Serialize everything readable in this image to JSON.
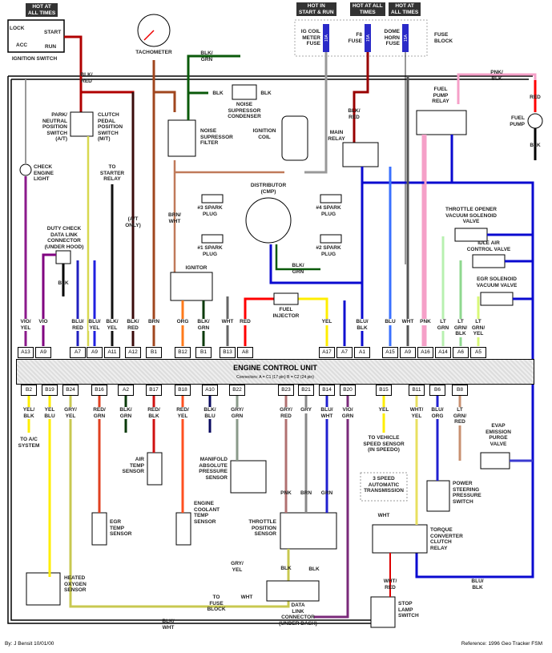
{
  "hot": {
    "ignition": "HOT AT\nALL TIMES",
    "start_run": "HOT IN\nSTART & RUN",
    "fuse_f8": "HOT AT ALL\nTIMES",
    "fuse_dome": "HOT AT\nALL TIMES"
  },
  "ignition_switch": {
    "label": "IGNITION SWITCH",
    "lock": "LOCK",
    "start": "START",
    "acc": "ACC",
    "run": "RUN"
  },
  "fuses": {
    "ig_coil": {
      "label": "IG COIL\nMETER\nFUSE",
      "rating": "10A"
    },
    "f8": {
      "label": "F8\nFUSE",
      "rating": "15A"
    },
    "dome": {
      "label": "DOME\nHORN\nFUSE",
      "rating": "15A"
    },
    "block": "FUSE\nBLOCK"
  },
  "components": {
    "tachometer": "TACHOMETER",
    "noise_condenser": "NOISE\nSUPRESSOR\nCONDENSER",
    "noise_filter": "NOISE\nSUPRESSOR\nFILTER",
    "ignition_coil": "IGNITION\nCOIL",
    "park_neutral": "PARK/\nNEUTRAL\nPOSITION\nSWITCH\n(A/T)",
    "clutch_pedal": "CLUTCH\nPEDAL\nPOSITION\nSWITCH\n(M/T)",
    "to_starter": "TO\nSTARTER\nRELAY",
    "check_engine": "CHECK\nENGINE\nLIGHT",
    "main_relay": "MAIN\nRELAY",
    "fuel_pump_relay": "FUEL\nPUMP\nRELAY",
    "fuel_pump": "FUEL\nPUMP",
    "distributor": "DISTRIBUTOR\n(CMP)",
    "plug3": "#3 SPARK\nPLUG",
    "plug4": "#4 SPARK\nPLUG",
    "plug1": "#1 SPARK\nPLUG",
    "plug2": "#2 SPARK\nPLUG",
    "duty_check": "DUTY CHECK\nDATA LINK\nCONNECTOR\n(UNDER HOOD)",
    "at_only": "(A/T\nONLY)",
    "ignitor": "IGNITOR",
    "fuel_injector": "FUEL\nINJECTOR",
    "throttle_opener": "THROTTLE OPENER\nVACUUM SOLENOID\nVALVE",
    "iac": "IDLE AIR\nCONTROL VALVE",
    "egr_solenoid": "EGR SOLENOID\nVACUUM VALVE",
    "to_ac": "TO A/C\nSYSTEM",
    "air_temp": "AIR\nTEMP\nSENSOR",
    "map": "MANIFOLD\nABSOLUTE\nPRESSURE\nSENSOR",
    "egr_temp": "EGR\nTEMP\nSENSOR",
    "coolant": "ENGINE\nCOOLANT\nTEMP\nSENSOR",
    "tps": "THROTTLE\nPOSITION\nSENSOR",
    "to_vss": "TO VEHICLE\nSPEED SENSOR\n(IN SPEEDO)",
    "evap": "EVAP\nEMISSION\nPURGE\nVALVE",
    "power_steering": "POWER\nSTEERING\nPRESSURE\nSWITCH",
    "auto_trans": "3 SPEED\nAUTOMATIC\nTRANSMISSION",
    "tcc_relay": "TORQUE\nCONVERTER\nCLUTCH\nRELAY",
    "o2": "HEATED\nOXYGEN\nSENSOR",
    "dlc": "DATA\nLINK\nCONNECTOR\n(UNDER DASH)",
    "to_fuse": "TO\nFUSE\nBLOCK",
    "stop_lamp": "STOP\nLAMP\nSWITCH"
  },
  "wire_labels": {
    "blk_red_ign": "BLK/\nRED",
    "blk_grn_filter": "BLK/\nGRN",
    "blk1": "BLK",
    "blk2": "BLK",
    "blk_red_main": "BLK/\nRED",
    "pnk_blk": "PNK/\nBLK",
    "red_pump": "RED",
    "blk_pump": "BLK",
    "brn_wht": "BRN/\nWHT",
    "blk_duty": "BLK",
    "blk_grn_dist": "BLK/\nGRN",
    "pnk": "PNK",
    "brn": "BRN",
    "grn": "GRN",
    "gry_yel": "GRY/\nYEL",
    "blk_tps": "BLK",
    "blk_dlc": "BLK",
    "wht_dlc": "WHT",
    "wht_trans": "WHT",
    "wht_red": "WHT/\nRED",
    "blu_blk": "BLU/\nBLK",
    "blk_wht": "BLK/\nWHT"
  },
  "ecu": {
    "title": "ENGINE CONTROL UNIT",
    "connectors": "Connectors: A = C1 (17 pin)   B = C2 (24 pin)",
    "top_pins": [
      {
        "pin": "A13",
        "wire": "VIO/\nYEL",
        "color": "#8b1a8b"
      },
      {
        "pin": "A9",
        "wire": "VIO",
        "color": "#800080"
      },
      {
        "pin": "A7",
        "wire": "BLU/\nRED",
        "color": "#2020c0"
      },
      {
        "pin": "A9",
        "wire": "BLU/\nYEL",
        "color": "#2020e0"
      },
      {
        "pin": "A11",
        "wire": "BLK/\nYEL",
        "color": "#111111"
      },
      {
        "pin": "A12",
        "wire": "BLK/\nRED",
        "color": "#3a0a0a"
      },
      {
        "pin": "B1",
        "wire": "BRN",
        "color": "#a0461e"
      },
      {
        "pin": "B12",
        "wire": "ORG",
        "color": "#ff7a1a"
      },
      {
        "pin": "B1",
        "wire": "BLK/\nGRN",
        "color": "#0a3a0a"
      },
      {
        "pin": "B13",
        "wire": "WHT",
        "color": "#666666"
      },
      {
        "pin": "A8",
        "wire": "RED",
        "color": "#ff0000"
      },
      {
        "pin": "A17",
        "wire": "YEL",
        "color": "#ffee00"
      },
      {
        "pin": "A7",
        "wire": "",
        "color": "#1010d0"
      },
      {
        "pin": "A1",
        "wire": "BLU/\nBLK",
        "color": "#0a0ad0"
      },
      {
        "pin": "A15",
        "wire": "BLU",
        "color": "#3a70ff"
      },
      {
        "pin": "A9",
        "wire": "WHT",
        "color": "#555555"
      },
      {
        "pin": "A16",
        "wire": "PNK",
        "color": "#f5a0c8"
      },
      {
        "pin": "A14",
        "wire": "LT\nGRN",
        "color": "#b8f0b0"
      },
      {
        "pin": "A6",
        "wire": "LT\nGRN/\nBLK",
        "color": "#8fd88f"
      },
      {
        "pin": "A5",
        "wire": "LT\nGRN/\nYEL",
        "color": "#d8f878"
      }
    ],
    "bottom_pins": [
      {
        "pin": "B2",
        "wire": "YEL/\nBLK",
        "color": "#ffee00"
      },
      {
        "pin": "B19",
        "wire": "YEL\nBLU",
        "color": "#ffee00"
      },
      {
        "pin": "B24",
        "wire": "GRY/\nYEL",
        "color": "#c8c850"
      },
      {
        "pin": "B16",
        "wire": "RED/\nGRN",
        "color": "#e04020"
      },
      {
        "pin": "A2",
        "wire": "BLK/\nGRN",
        "color": "#0a3a0a"
      },
      {
        "pin": "B17",
        "wire": "RED/\nBLK",
        "color": "#d01010"
      },
      {
        "pin": "B18",
        "wire": "RED/\nYEL",
        "color": "#ff5020"
      },
      {
        "pin": "A10",
        "wire": "BLK/\nBLU",
        "color": "#0a0a60"
      },
      {
        "pin": "B22",
        "wire": "GRY/\nGRN",
        "color": "#8a9a8a"
      },
      {
        "pin": "B23",
        "wire": "GRY/\nRED",
        "color": "#b07070"
      },
      {
        "pin": "B21",
        "wire": "GRY",
        "color": "#888888"
      },
      {
        "pin": "B14",
        "wire": "BLU/\nWHT",
        "color": "#2020d0"
      },
      {
        "pin": "B20",
        "wire": "VIO/\nGRN",
        "color": "#7a2a7a"
      },
      {
        "pin": "B15",
        "wire": "YEL",
        "color": "#ffee00"
      },
      {
        "pin": "B11",
        "wire": "WHT/\nYEL",
        "color": "#e8e060"
      },
      {
        "pin": "B6",
        "wire": "BLU/\nORG",
        "color": "#2020d0"
      },
      {
        "pin": "B8",
        "wire": "LT\nGRN/\nRED",
        "color": "#c89070"
      }
    ]
  },
  "footer": {
    "author": "By: J Bensit 10/01/00",
    "reference": "Reference: 1996 Geo Tracker FSM"
  }
}
